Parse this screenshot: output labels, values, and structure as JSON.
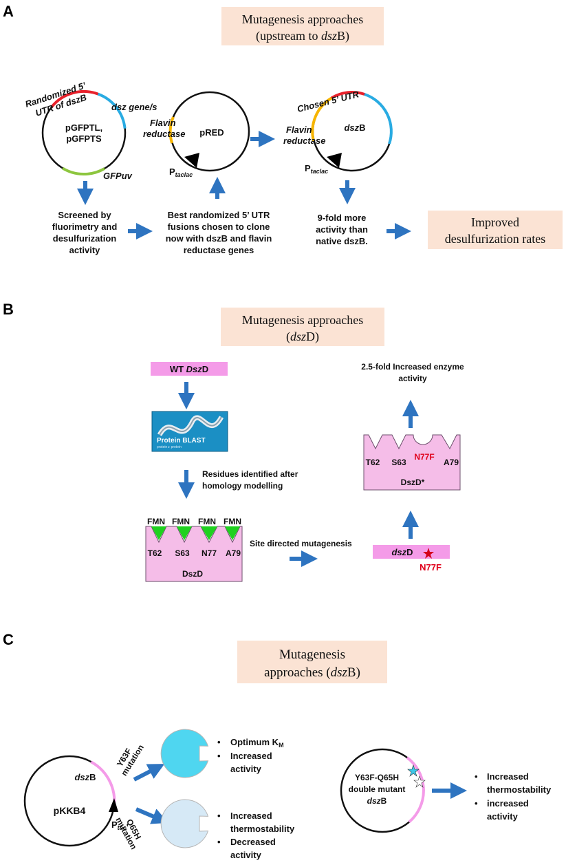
{
  "panels": {
    "a": {
      "letter": "A",
      "title_line1": "Mutagenesis approaches",
      "title_line2_pre": "(upstream to ",
      "title_line2_gene": "dsz",
      "title_line2_post": "B)",
      "plasmid1": {
        "label_line1": "Randomized 5’",
        "label_line2_pre": "UTR of ",
        "label_line2_gene": "dsz",
        "label_line2_post": "B",
        "gene_label": "dsz gene/s",
        "gfp_label": "GFPuv",
        "name_line1": "pGFPTL,",
        "name_line2": "pGFPTS"
      },
      "plasmid2": {
        "flavin_line1": "Flavin",
        "flavin_line2": "reductase",
        "name": "pRED",
        "promoter_main": "P",
        "promoter_sub": "taclac"
      },
      "plasmid3": {
        "utr_label": "Chosen 5’ UTR",
        "gene_pre": "dsz",
        "gene_post": "B",
        "flavin_line1": "Flavin",
        "flavin_line2": "reductase",
        "promoter_main": "P",
        "promoter_sub": "taclac"
      },
      "step1": [
        "Screened by",
        "fluorimetry and",
        "desulfurization",
        "activity"
      ],
      "step2": [
        "Best randomized 5’ UTR",
        "fusions chosen to clone",
        "now with dszB and flavin",
        "reductase genes"
      ],
      "step3": [
        "9-fold more",
        "activity than",
        "native dszB."
      ],
      "result_line1": "Improved",
      "result_line2": "desulfurization rates"
    },
    "b": {
      "letter": "B",
      "title_line1": "Mutagenesis approaches",
      "title_line2_pre": "(",
      "title_line2_gene": "dsz",
      "title_line2_post": "D)",
      "wt_pre": "WT ",
      "wt_gene": "Dsz",
      "wt_post": "D",
      "blast_label": "Protein BLAST",
      "blast_sub": "protein ▸ protein",
      "residues_line1": "Residues identified after",
      "residues_line2": "homology modelling",
      "fmn_labels": [
        "FMN",
        "FMN",
        "FMN",
        "FMN"
      ],
      "residues": [
        "T62",
        "S63",
        "N77",
        "A79"
      ],
      "box_name": "DszD",
      "sdm_label": "Site directed mutagenesis",
      "mutant_gene": "dsz",
      "mutant_post": "D",
      "mutant_mark": "N77F",
      "mutant_box_residues": [
        "T62",
        "S63",
        "N77F",
        "A79"
      ],
      "mutant_box_name": "DszD*",
      "increased_line1": "2.5-fold Increased enzyme",
      "increased_line2": "activity"
    },
    "c": {
      "letter": "C",
      "title_line1": "Mutagenesis",
      "title_line2_pre": "approaches (",
      "title_line2_gene": "dsz",
      "title_line2_post": "B)",
      "plasmid_name": "pKKB4",
      "gene_pre": "dsz",
      "gene_post": "B",
      "promoter_main": "P",
      "promoter_sub": "tac",
      "mut1_line1": "Y63F",
      "mut1_line2": "mutation",
      "mut2_line1": "Q65H",
      "mut2_line2": "mutation",
      "out1": [
        "Optimum K",
        "Increased",
        "activity"
      ],
      "out1_sub": "M",
      "out2": [
        "Increased",
        "thermostability",
        "Decreased",
        "activity"
      ],
      "double_line1": "Y63F-Q65H",
      "double_line2": "double mutant",
      "double_gene": "dsz",
      "double_post": "B",
      "out3": [
        "Increased",
        "thermostability",
        "increased",
        "activity"
      ]
    }
  },
  "colors": {
    "title_box": "#fbe3d4",
    "arrow": "#2e74c0",
    "utr_red": "#e8212b",
    "gene_blue": "#29abe2",
    "gfp_green": "#8dc63f",
    "flavin_yellow": "#f7b500",
    "pink": "#f5bde8",
    "pink_bar": "#f49be8",
    "fmn_green": "#1fd11f",
    "cyan_protein": "#4fd6f0",
    "pale_protein": "#d6e9f6",
    "mutation_red": "#e0001a",
    "star_red": "#d4001a",
    "star_cyan": "#3cc7e8"
  }
}
